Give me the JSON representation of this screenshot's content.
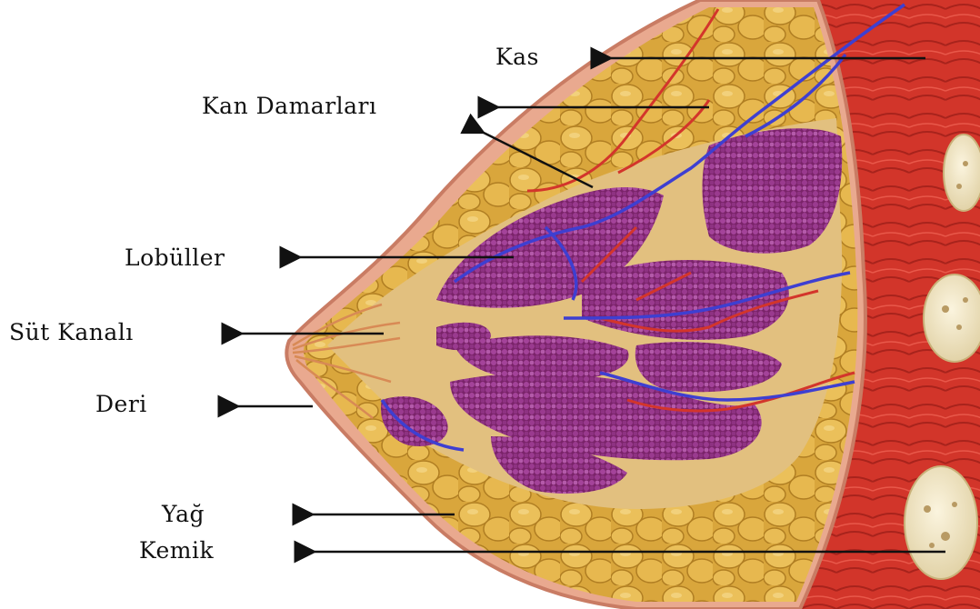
{
  "labels": {
    "kas": "Kas",
    "kan_damarlari": "Kan Damarları",
    "lobuller": "Lobüller",
    "sut_kanali": "Süt Kanalı",
    "deri": "Deri",
    "yag": "Yağ",
    "kemik": "Kemik"
  },
  "colors": {
    "fat": "#E2B14A",
    "fat_dark": "#B27E22",
    "fat_light": "#F4D27A",
    "muscle": "#D8382A",
    "muscle_dark": "#9E1F18",
    "lobule": "#8E2F7E",
    "lobule_light": "#B04FA0",
    "vein": "#3E3FD1",
    "artery": "#D3352B",
    "stroma": "#E4C48A",
    "bone": "#F1E6C6",
    "arrow": "#111111"
  }
}
